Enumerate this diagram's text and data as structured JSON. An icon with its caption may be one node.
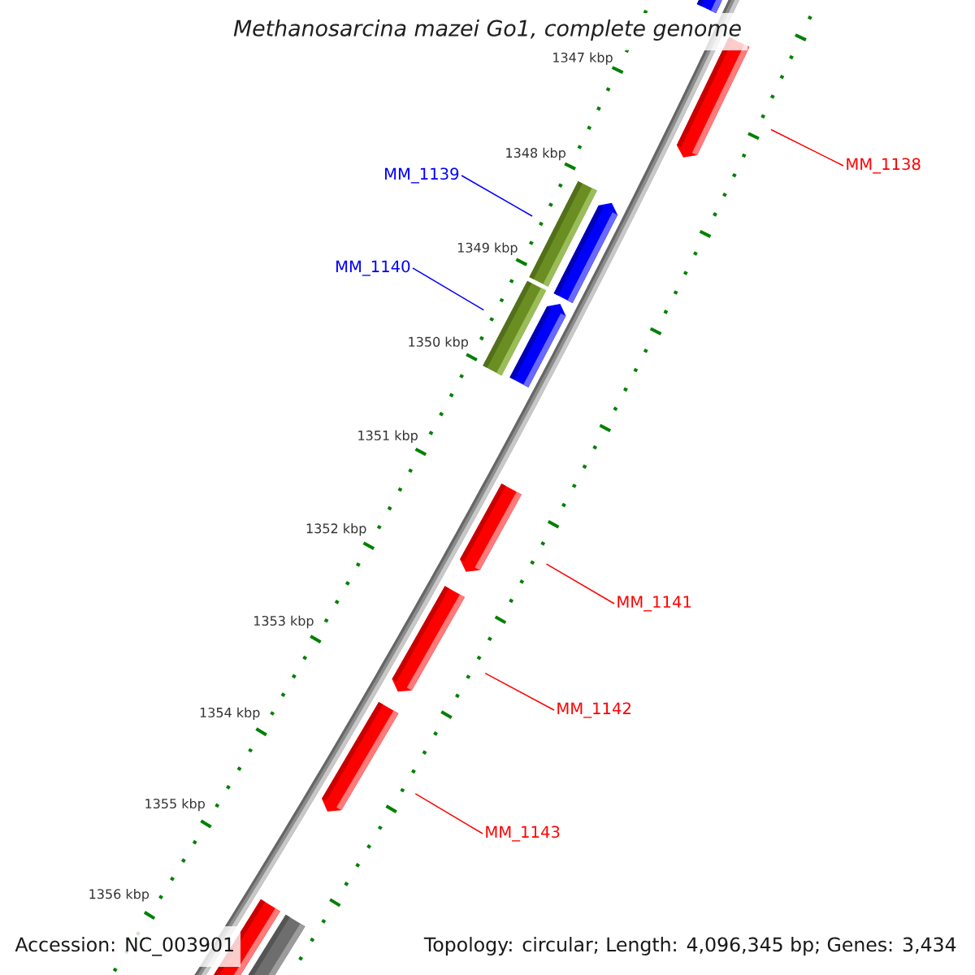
{
  "diagram": {
    "title": "Methanosarcina mazei Go1, complete genome",
    "nodes": [
      {
        "text": [],
        "shape": "bar"
      },
      {
        "text": [],
        "shape": "pentagon"
      },
      {
        "text": [
          "MM_1139"
        ]
      },
      {
        "text": [
          "MM_1138"
        ]
      },
      {
        "text": [],
        "shape": "bar"
      },
      {
        "text": [],
        "shape": "pentagon"
      },
      {
        "text": [
          "MM_1140"
        ]
      },
      {
        "text": [],
        "shape": "bar"
      },
      {
        "text": [],
        "shape": "pentagon"
      },
      {
        "text": [],
        "shape": "pentagon"
      },
      {
        "text": [
          "MM_1141"
        ]
      },
      {
        "text": [],
        "shape": "pentagon"
      },
      {
        "text": [
          "MM_1142"
        ]
      },
      {
        "text": [],
        "shape": "pentagon"
      },
      {
        "text": [
          "MM_1143"
        ]
      },
      {
        "text": [],
        "shape": "bar"
      },
      {
        "text": [],
        "shape": "bar"
      }
    ],
    "edges": [
      {
        "from": 3,
        "to": 1,
        "arrow": "none"
      },
      {
        "from": 2,
        "to": 4,
        "arrow": "none",
        "color": "#0000ff"
      },
      {
        "from": 6,
        "to": 7,
        "arrow": "none",
        "color": "#0000ff"
      },
      {
        "from": 10,
        "to": 9,
        "arrow": "none"
      },
      {
        "from": 12,
        "to": 11,
        "arrow": "none"
      },
      {
        "from": 14,
        "to": 13,
        "arrow": "none"
      }
    ],
    "labels": [
      "1347 kbp",
      "1348 kbp",
      "1349 kbp",
      "1350 kbp",
      "1351 kbp",
      "1352 kbp",
      "1353 kbp",
      "1354 kbp",
      "1355 kbp",
      "1356 kbp",
      "Accession: NC_003901",
      "Topology: circular; Length: 4,096,345 bp; Genes: 3,434"
    ]
  }
}
